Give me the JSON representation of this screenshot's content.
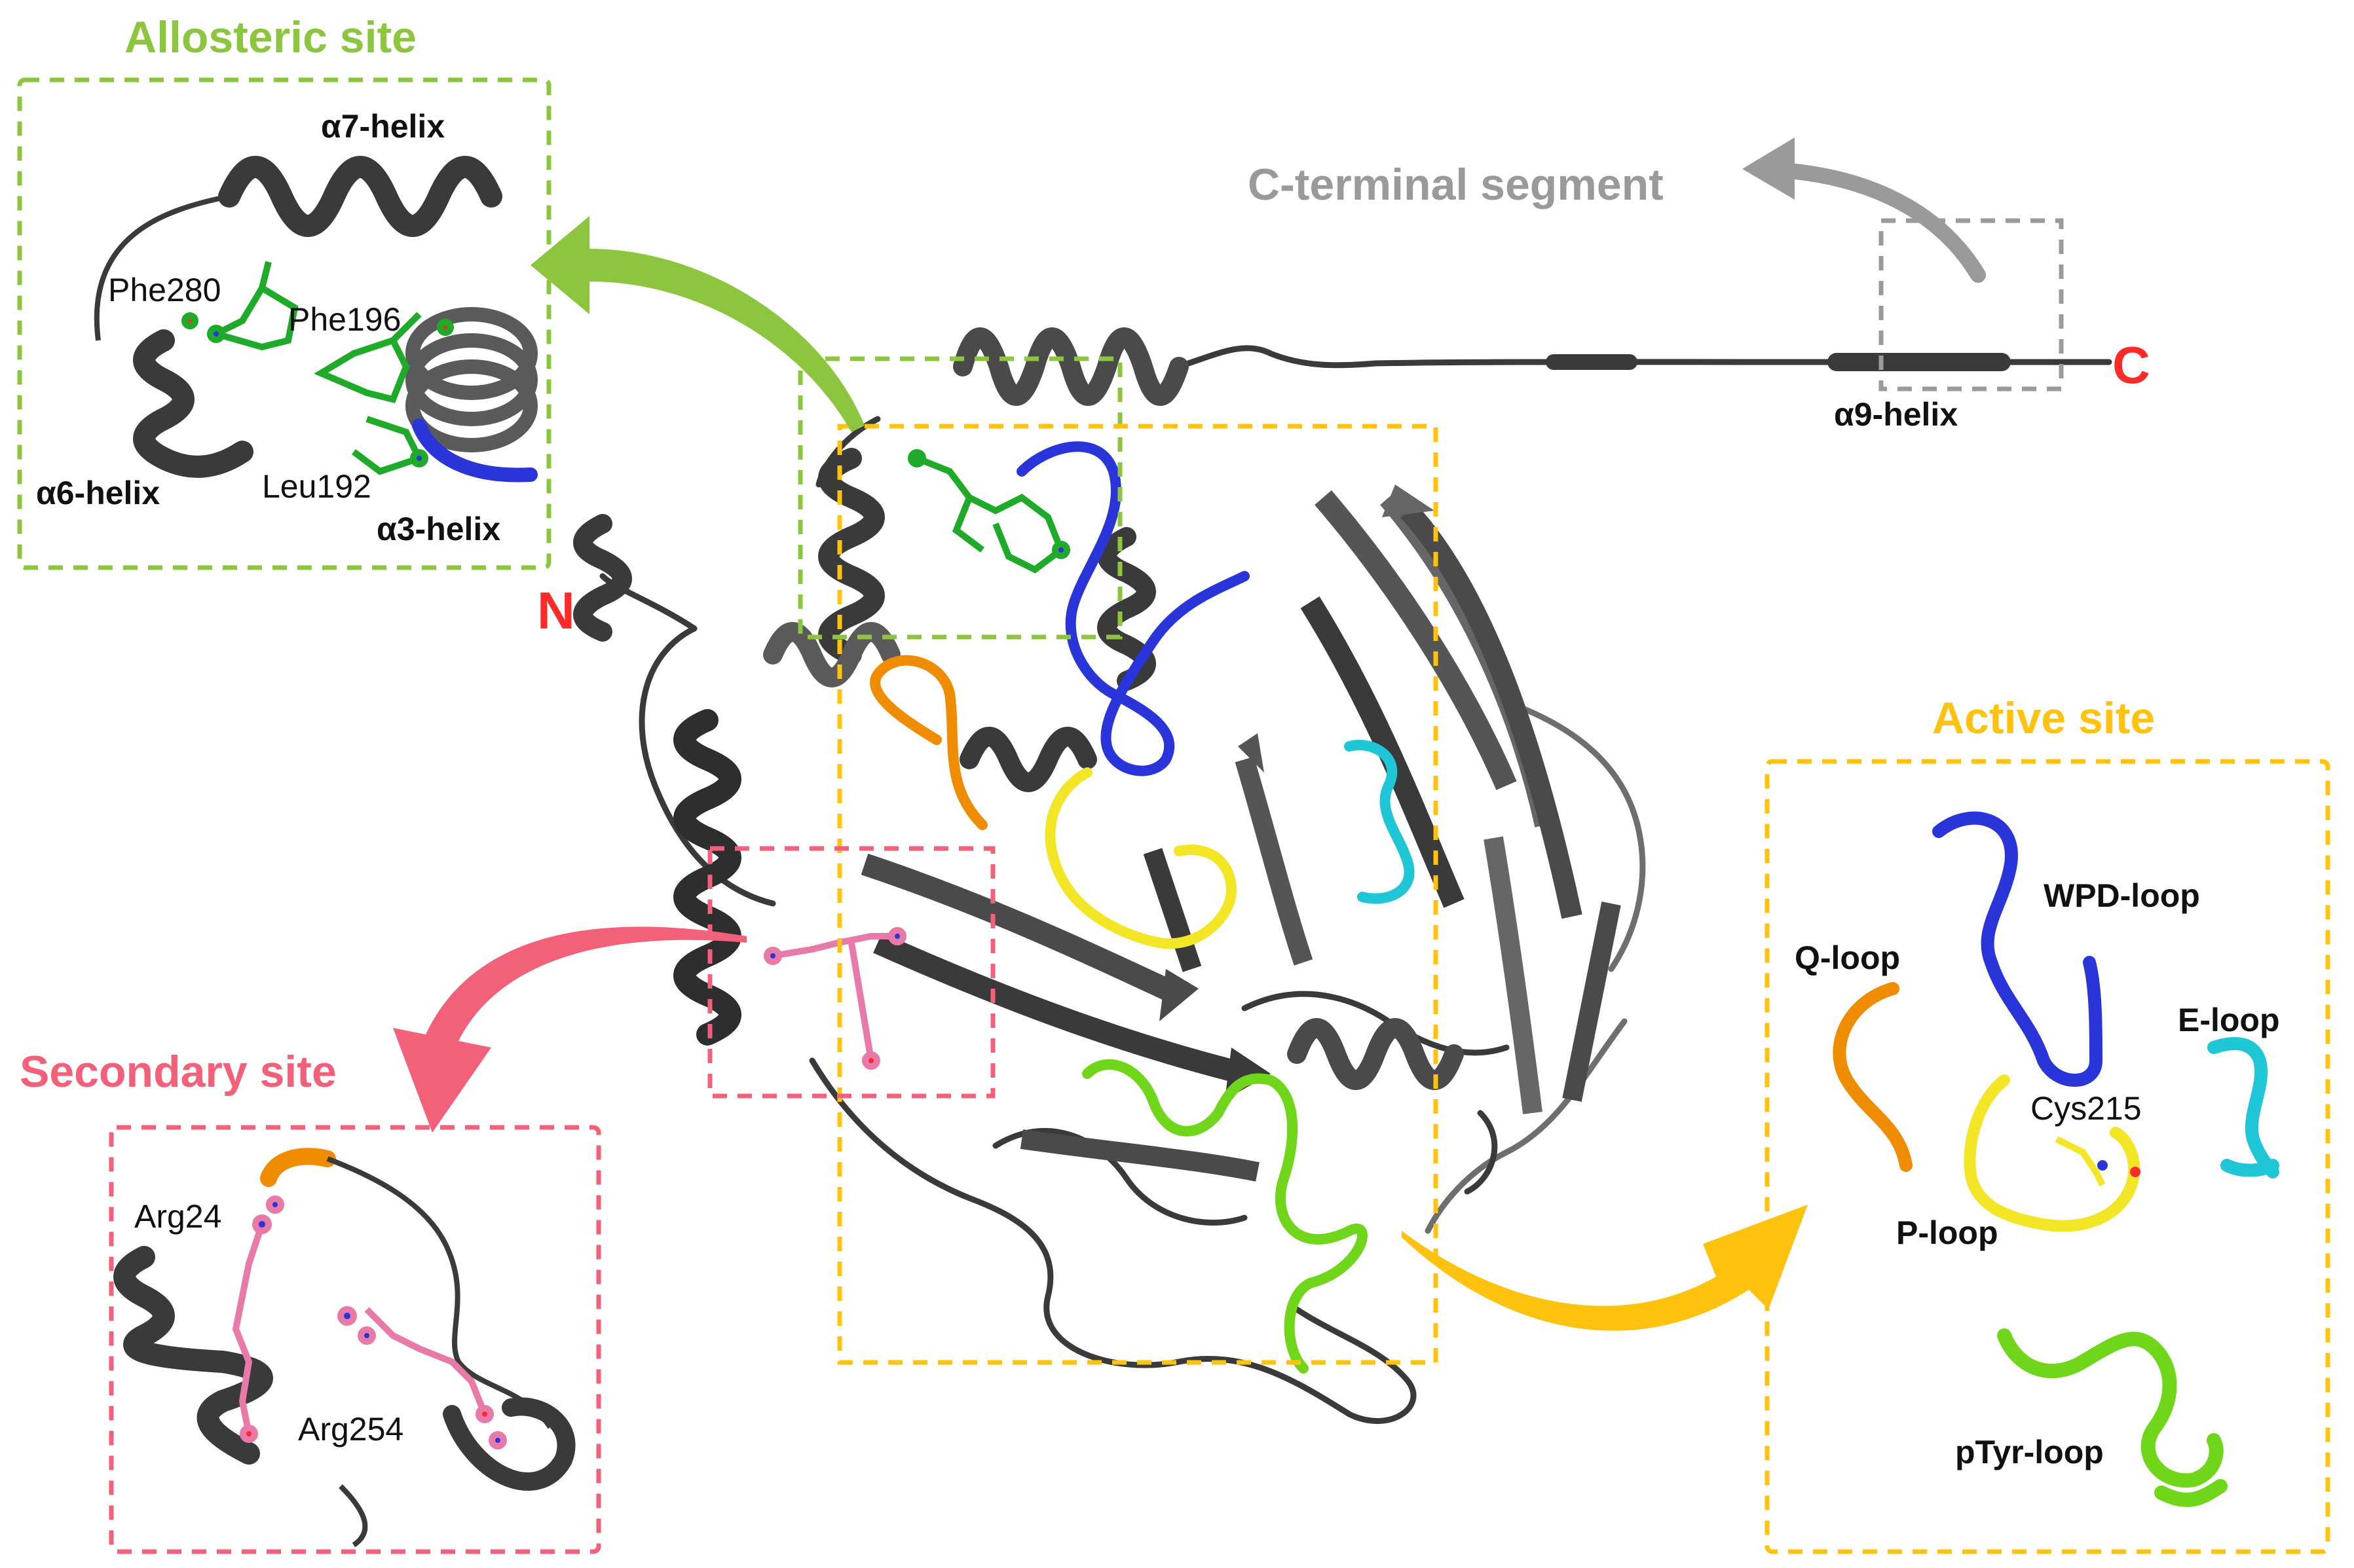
{
  "colors": {
    "allosteric": "#8cc63f",
    "active": "#ffc20e",
    "secondary": "#f2607a",
    "cterm": "#9a9a9a",
    "terminus": "#ff2a2a",
    "protein_dark": "#3a3a3a",
    "protein_mid": "#6e6e6e",
    "wpd": "#2a35d9",
    "qloop": "#f08c00",
    "ploop": "#f2e626",
    "eloop": "#1fc6d6",
    "ptyr": "#6fd61a",
    "ligand_green": "#1faa2a",
    "arg_pink": "#e77aa9"
  },
  "allosteric": {
    "title": "Allosteric site",
    "labels": {
      "a7": "α7-helix",
      "a6": "α6-helix",
      "a3": "α3-helix",
      "phe280": "Phe280",
      "phe196": "Phe196",
      "leu192": "Leu192"
    }
  },
  "cterminal": {
    "title": "C-terminal segment",
    "a9": "α9-helix",
    "c_label": "C"
  },
  "n_label": "N",
  "active": {
    "title": "Active site",
    "labels": {
      "wpd": "WPD-loop",
      "q": "Q-loop",
      "e": "E-loop",
      "cys": "Cys215",
      "p": "P-loop",
      "ptyr": "pTyr-loop"
    }
  },
  "secondary": {
    "title": "Secondary site",
    "labels": {
      "arg24": "Arg24",
      "arg254": "Arg254"
    }
  }
}
